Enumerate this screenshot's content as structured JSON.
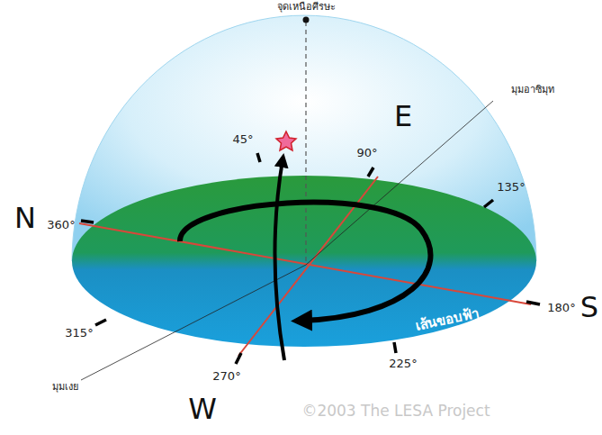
{
  "diagram": {
    "labels": [
      "จุดเหนือศีรษะ",
      "45°",
      "E",
      "90°",
      "มุมอาซิมุท",
      "N",
      "360°",
      "135°",
      "180°",
      "S",
      "315°",
      "เส้นขอบฟ้า",
      "มุมเงย",
      "270°",
      "225°",
      "W",
      "©2003 The LESA Project"
    ]
  }
}
